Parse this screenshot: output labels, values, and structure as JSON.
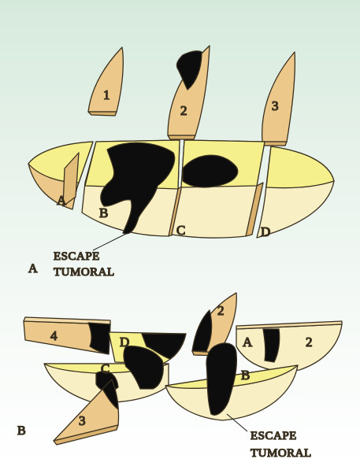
{
  "figure": {
    "panel_a": {
      "label": "A",
      "slices": [
        "1",
        "2",
        "3"
      ],
      "segments": [
        "A",
        "B",
        "C",
        "D"
      ],
      "annotation_line1": "ESCAPE",
      "annotation_line2": "TUMORAL"
    },
    "panel_b": {
      "label": "B",
      "pieces": [
        "4",
        "D",
        "C",
        "3",
        "2",
        "A",
        "2",
        "B"
      ],
      "annotation_line1": "ESCAPE",
      "annotation_line2": "TUMORAL"
    },
    "colors": {
      "tissue": "#ecc98a",
      "cut_face": "#f6f08c",
      "tumor": "#0d0d0d",
      "outline": "#3a3020",
      "background_top": "#d6eadc"
    }
  }
}
